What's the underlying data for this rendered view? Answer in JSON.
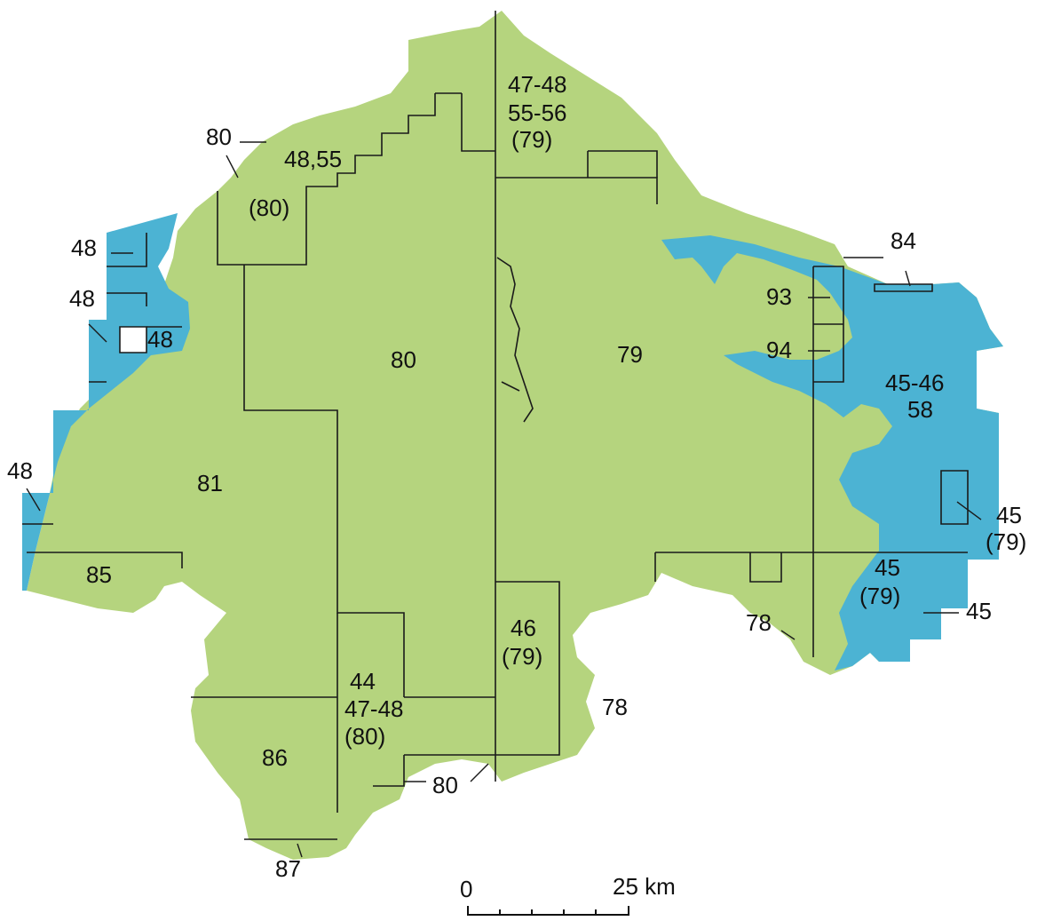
{
  "colors": {
    "land": "#b5d47e",
    "water": "#4cb3d3",
    "border": "#1a1a1a",
    "background": "#ffffff"
  },
  "zones": {
    "z80_nw": "80",
    "z48_55": "48,55",
    "z80_paren_nw": "(80)",
    "z47_48_north": "47-48",
    "z55_56_north": "55-56",
    "z79_paren_north": "(79)",
    "z48_a": "48",
    "z48_b": "48",
    "z48_c": "48",
    "z48_d": "48",
    "z80_center": "80",
    "z79_center": "79",
    "z84": "84",
    "z93": "93",
    "z94": "94",
    "z45_46": "45-46",
    "z58": "58",
    "z81": "81",
    "z85": "85",
    "z45_right": "45",
    "z79_paren_right": "(79)",
    "z45_se": "45",
    "z79_paren_se": "(79)",
    "z45_far": "45",
    "z78_a": "78",
    "z46": "46",
    "z79_paren_46": "(79)",
    "z44": "44",
    "z47_48_south": "47-48",
    "z80_paren_south": "(80)",
    "z78_b": "78",
    "z86": "86",
    "z80_south": "80",
    "z87": "87"
  },
  "scale_bar": {
    "start_label": "0",
    "end_label": "25 km"
  }
}
